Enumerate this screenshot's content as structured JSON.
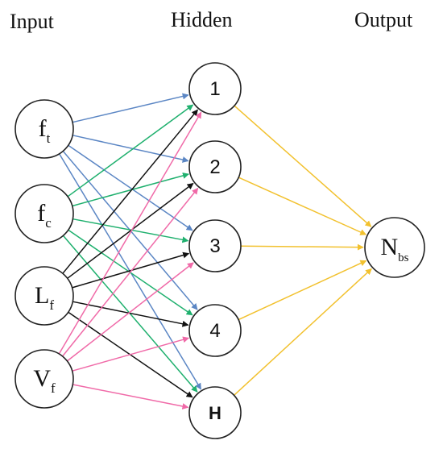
{
  "titles": {
    "input": "Input",
    "hidden": "Hidden",
    "output": "Output"
  },
  "inputs": [
    {
      "id": "ft",
      "main": "f",
      "sub": "t",
      "color": "#5b86c4"
    },
    {
      "id": "fc",
      "main": "f",
      "sub": "c",
      "color": "#1fb06e"
    },
    {
      "id": "Lf",
      "main": "L",
      "sub": "f",
      "color": "#111111"
    },
    {
      "id": "Vf",
      "main": "V",
      "sub": "f",
      "color": "#f06aa8"
    }
  ],
  "hidden": [
    {
      "id": "h1",
      "label": "1"
    },
    {
      "id": "h2",
      "label": "2"
    },
    {
      "id": "h3",
      "label": "3"
    },
    {
      "id": "h4",
      "label": "4"
    },
    {
      "id": "hH",
      "label": "H"
    }
  ],
  "output": {
    "id": "nbs",
    "main": "N",
    "sub": "bs",
    "color": "#f2c12e"
  }
}
